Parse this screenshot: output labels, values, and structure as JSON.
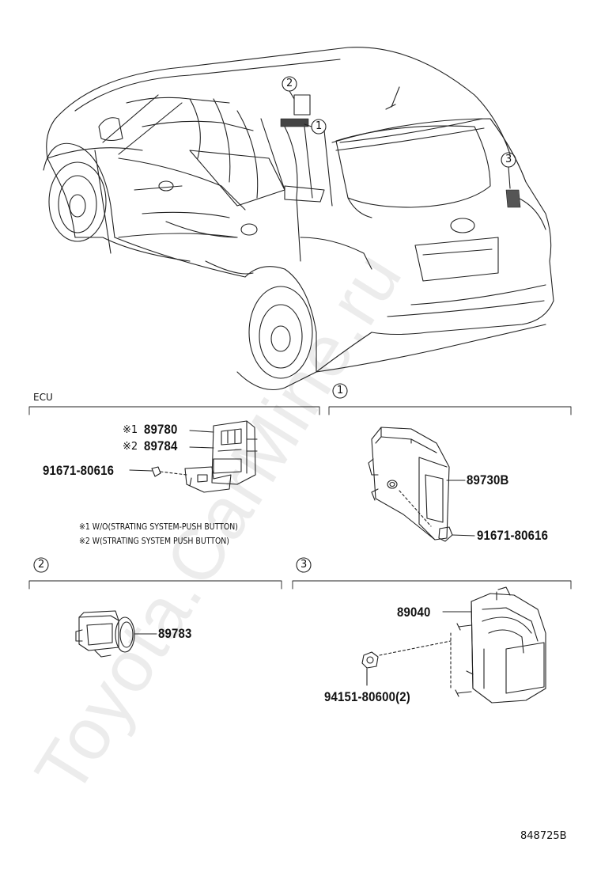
{
  "section_ecu": {
    "title": "ECU",
    "parts": {
      "part_1_mark": "※1",
      "part_1_number": "89780",
      "part_2_mark": "※2",
      "part_2_number": "89784",
      "bolt_number": "91671-80616"
    },
    "notes": [
      "※1 W/O(STRATING SYSTEM-PUSH BUTTON)",
      "※2 W(STRATING SYSTEM PUSH BUTTON)"
    ]
  },
  "section_1": {
    "marker": "1",
    "ecu_number": "89730B",
    "bolt_number": "91671-80616"
  },
  "section_2": {
    "marker": "2",
    "part_number": "89783"
  },
  "section_3": {
    "marker": "3",
    "part_number": "89040",
    "nut_number": "94151-80600(2)"
  },
  "car_callouts": [
    "2",
    "1",
    "3"
  ],
  "diagram_code": "848725B",
  "watermark": "Toyota.CarMine.ru"
}
